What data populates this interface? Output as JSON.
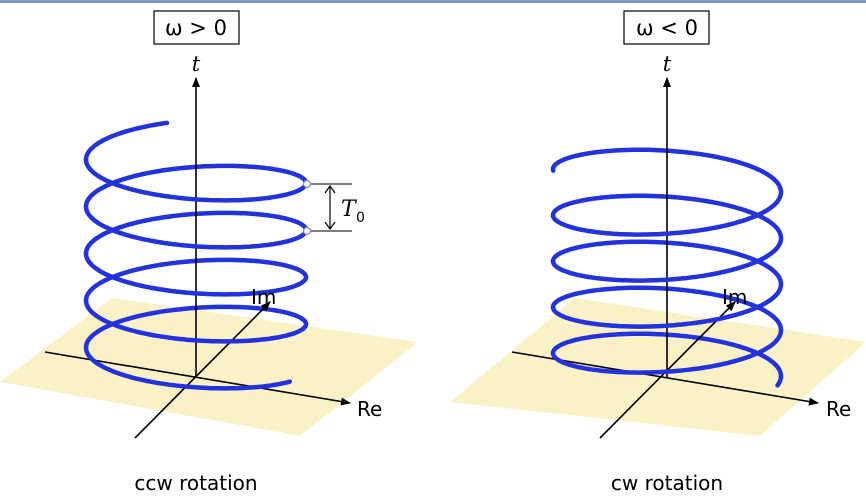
{
  "accent_color": "#7a96c4",
  "helix_color": "#2233dd",
  "plane_color": "#fbf1c7",
  "panels": [
    {
      "box_label": "ω > 0",
      "t_axis_label": "t",
      "re_label": "Re",
      "im_label": "Im",
      "period_label": "T",
      "period_subscript": "0",
      "caption": "ccw rotation"
    },
    {
      "box_label": "ω < 0",
      "t_axis_label": "t",
      "re_label": "Re",
      "im_label": "Im",
      "caption": "cw rotation"
    }
  ]
}
